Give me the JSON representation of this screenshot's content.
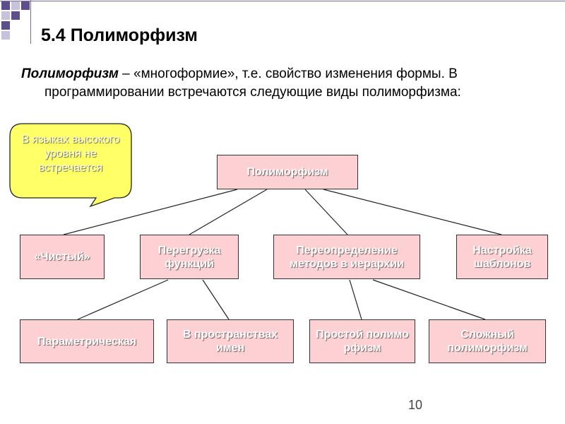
{
  "slide": {
    "title": "5.4 Полиморфизм",
    "intro_term": "Полиморфизм",
    "intro_rest_line1": " – «многоформие», т.е. свойство изменения формы. В",
    "intro_line2": "программировании встречаются следующие виды полиморфизма:",
    "page_number": "10"
  },
  "callout": {
    "text": "В языках высокого уровня не встречается",
    "fill": "#ffff66"
  },
  "colors": {
    "box_fill": "#fdd0d4",
    "accent": "#6b5b9a",
    "square_dark": "#5f4e8c",
    "square_light": "#c8c2dc"
  },
  "diagram": {
    "root": "Полиморфизм",
    "level1": [
      "«Чистый»",
      "Перегрузка функций",
      "Переопределение методов в иерархии",
      "Настройка шаблонов"
    ],
    "level2": [
      "Параметрическая",
      "В пространствах имен",
      "Простой полиморфизм",
      "Сложный полиморфизм"
    ]
  }
}
